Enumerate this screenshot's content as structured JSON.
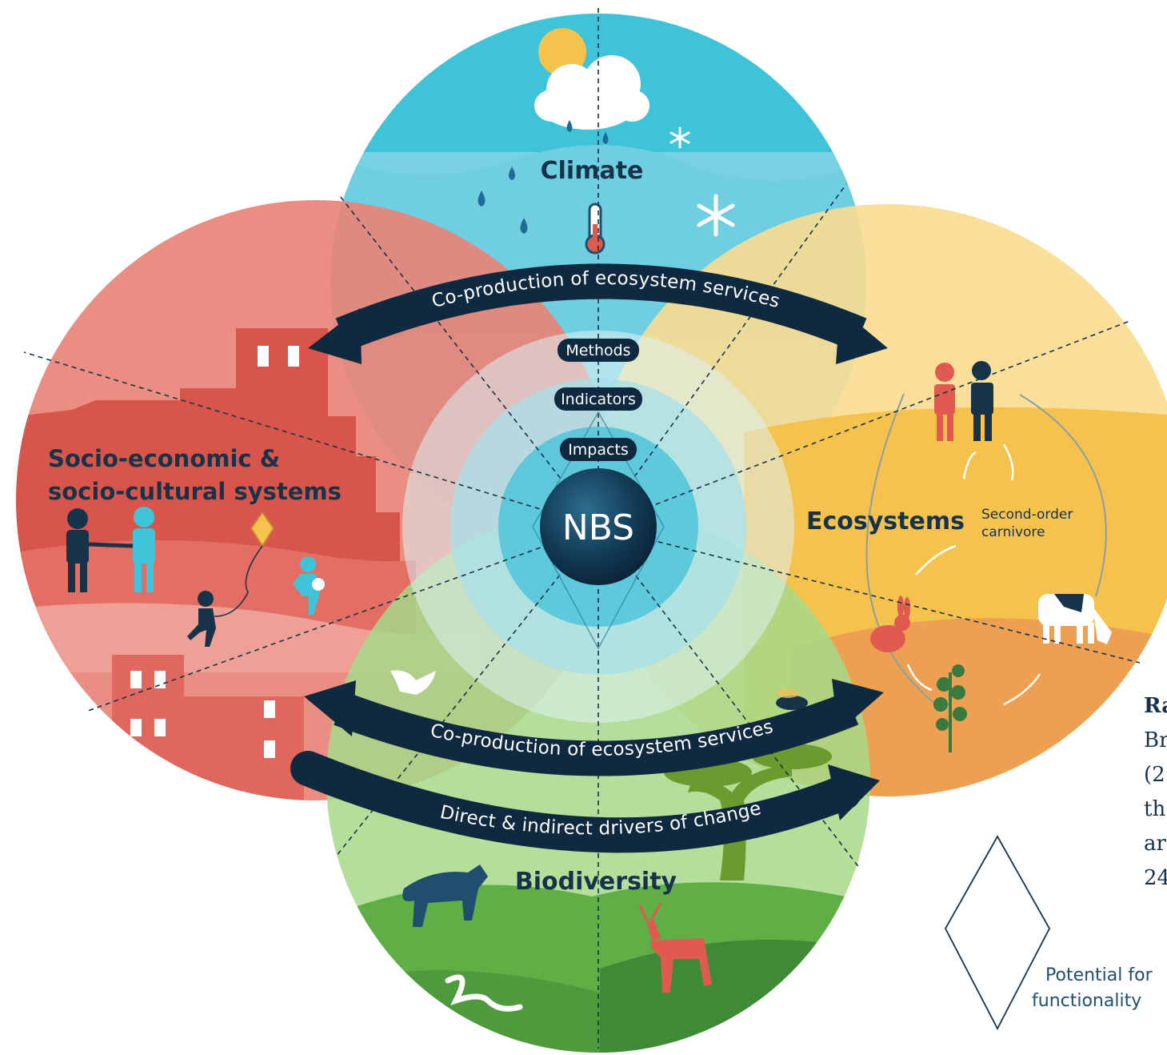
{
  "labels": {
    "climate": "Climate",
    "socio_line1": "Socio-economic &",
    "socio_line2": "socio-cultural systems",
    "ecosystems": "Ecosystems",
    "biodiversity": "Biodiversity",
    "nbs": "NBS",
    "second_order_line1": "Second-order",
    "second_order_line2": "carnivore"
  },
  "rings": {
    "methods": "Methods",
    "indicators": "Indicators",
    "impacts": "Impacts"
  },
  "arrows": {
    "top": "Co-production of ecosystem services",
    "bottom": "Co-production of ecosystem services",
    "drivers": "Direct & indirect drivers of change"
  },
  "legend": {
    "line1": "Potential for",
    "line2": "functionality"
  },
  "cropped_text": {
    "title_fragment": "Ra",
    "lines": [
      "Br",
      "(2",
      "th",
      "ar",
      "24"
    ]
  },
  "colors": {
    "climate": "#3ec3d8",
    "socio": "#e05a50",
    "ecosystems": "#f6c24e",
    "biodiversity": "#7cc24e",
    "dark_navy": "#0f2a40",
    "nbs_core": "#123a55"
  }
}
